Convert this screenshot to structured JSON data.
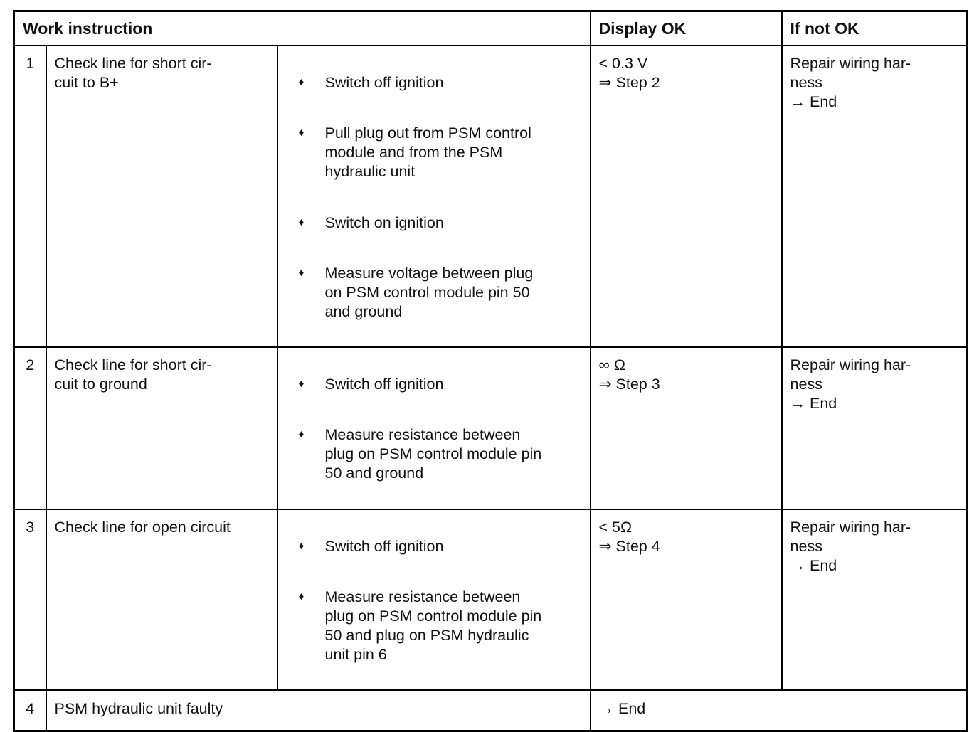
{
  "page": {
    "background": "#ffffff",
    "text_color": "#111111",
    "border_color": "#000000"
  },
  "table": {
    "bullet_glyph": "♦",
    "headers": {
      "work_instruction": "Work instruction",
      "display_ok": "Display OK",
      "if_not_ok": "If not OK"
    },
    "rows": [
      {
        "num": "1",
        "check": "Check line for short cir-\ncuit to B+",
        "steps": [
          "Switch off ignition",
          "Pull plug out from PSM control\nmodule and from the PSM\nhydraulic unit",
          "Switch on ignition",
          "Measure voltage between plug\non PSM control module pin 50\nand ground"
        ],
        "display_ok": "< 0.3 V\n⇒ Step 2",
        "if_not_ok": "Repair wiring har-\nness\n→ End"
      },
      {
        "num": "2",
        "check": "Check line for short cir-\ncuit to ground",
        "steps": [
          "Switch off ignition",
          "Measure resistance between\nplug on PSM control module pin\n50 and ground"
        ],
        "display_ok": "∞ Ω\n⇒ Step 3",
        "if_not_ok": "Repair wiring har-\nness\n→ End"
      },
      {
        "num": "3",
        "check": "Check line for open circuit",
        "steps": [
          "Switch off ignition",
          "Measure resistance between\nplug on PSM control module pin\n50 and plug on PSM hydraulic\nunit pin 6"
        ],
        "display_ok": "< 5Ω\n⇒ Step 4",
        "if_not_ok": "Repair wiring har-\nness\n→ End"
      },
      {
        "num": "4",
        "fault": "PSM hydraulic unit faulty",
        "result": "→ End"
      }
    ]
  }
}
